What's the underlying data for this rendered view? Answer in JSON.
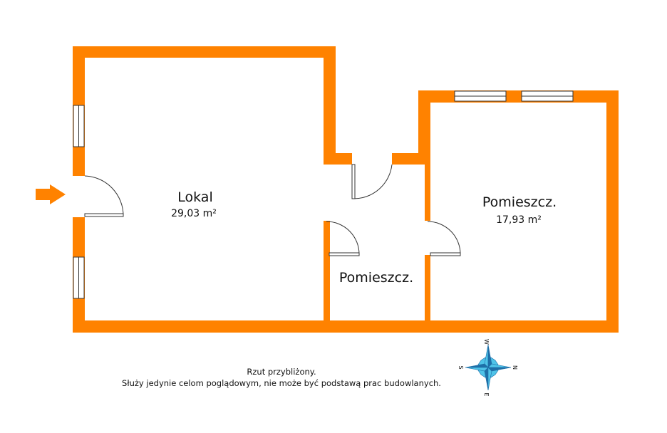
{
  "rooms": {
    "lokal": {
      "name": "Lokal",
      "area": "29,03 m²"
    },
    "pomieszczenie_prawe": {
      "name": "Pomieszcz.",
      "area": "17,93 m²"
    },
    "pomieszczenie_male": {
      "name": "Pomieszcz."
    }
  },
  "caption": {
    "line1": "Rzut przybliżony.",
    "line2": "Służy jedynie celom poglądowym, nie może być podstawą prac budowlanych."
  },
  "compass": {
    "north": "N",
    "south": "S",
    "east": "E",
    "west": "W"
  },
  "colors": {
    "wall": "#FF8200",
    "compass_light": "#4FC3E8",
    "compass_dark": "#1E6FA8",
    "text": "#111111"
  },
  "icons": {
    "entrance": "arrow-right-icon",
    "compass": "compass-rose-icon"
  }
}
